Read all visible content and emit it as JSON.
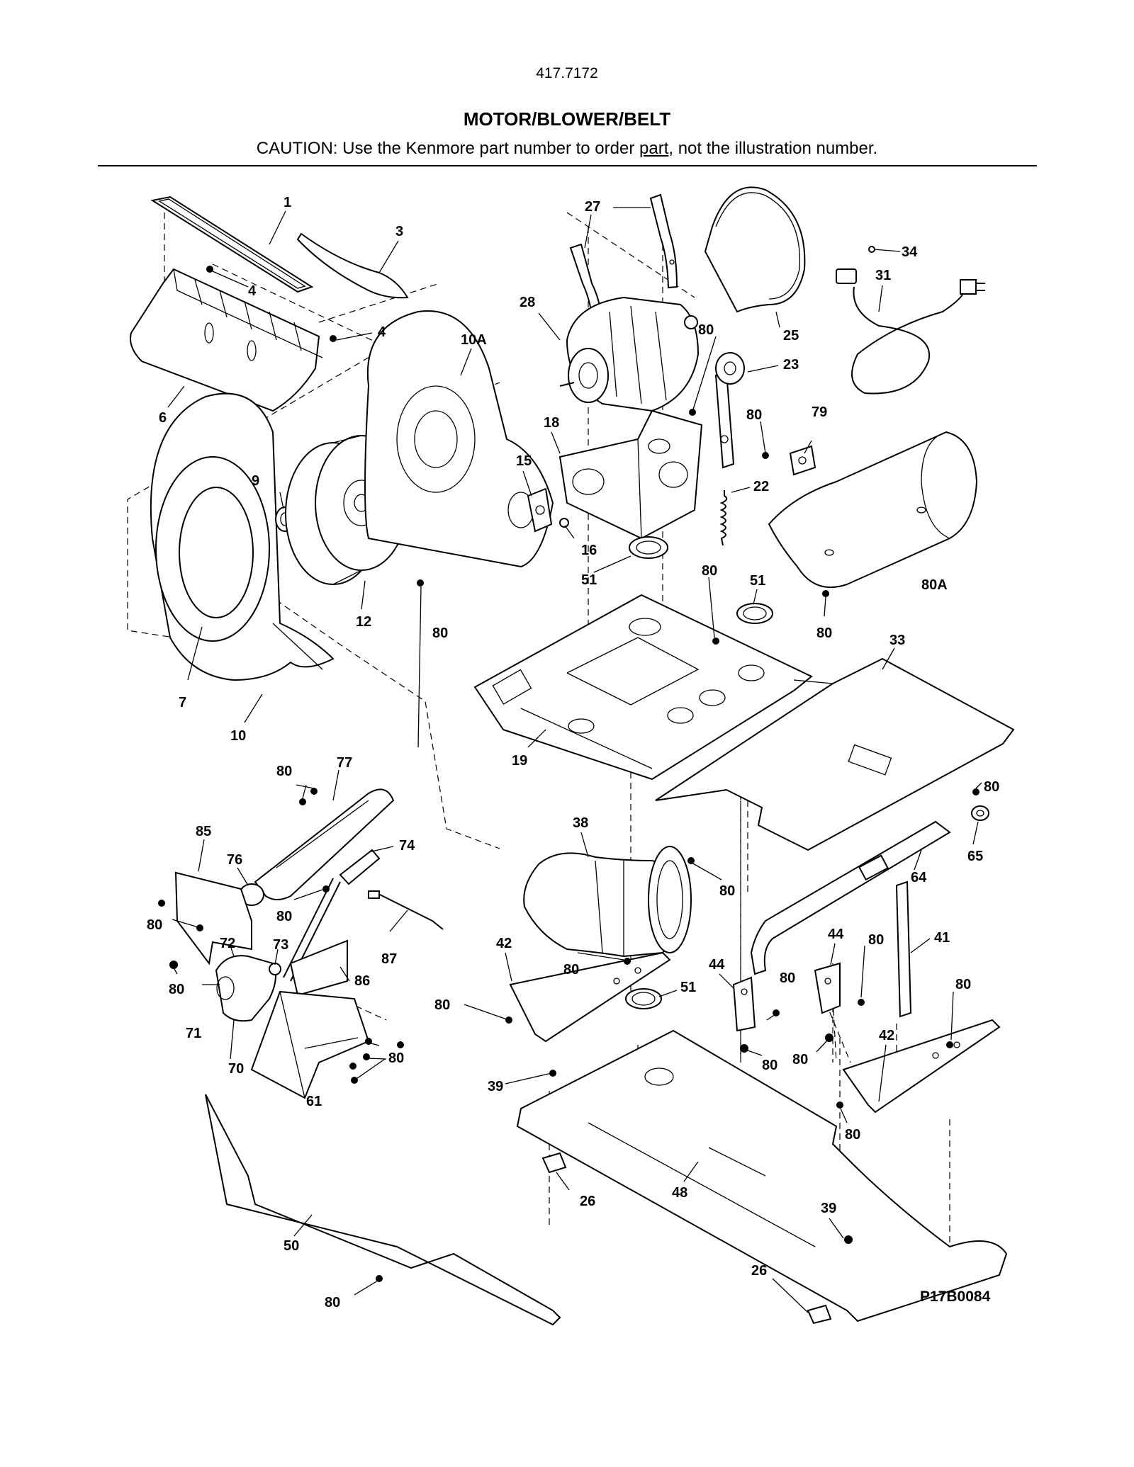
{
  "header": {
    "model_number": "417.7172",
    "section_title": "MOTOR/BLOWER/BELT",
    "caution_prefix": "CAUTION: Use the Kenmore part number to order ",
    "caution_link": "part",
    "caution_suffix": ", not the illustration number."
  },
  "diagram": {
    "drawing_id": "P17B0084",
    "callouts": [
      "1",
      "3",
      "4",
      "4",
      "6",
      "7",
      "9",
      "10",
      "10A",
      "12",
      "15",
      "16",
      "18",
      "19",
      "22",
      "23",
      "25",
      "26",
      "26",
      "27",
      "28",
      "31",
      "33",
      "34",
      "38",
      "39",
      "39",
      "41",
      "42",
      "42",
      "44",
      "44",
      "48",
      "50",
      "51",
      "51",
      "51",
      "61",
      "64",
      "65",
      "70",
      "71",
      "72",
      "73",
      "74",
      "76",
      "77",
      "79",
      "80",
      "80A",
      "85",
      "86",
      "87"
    ]
  }
}
